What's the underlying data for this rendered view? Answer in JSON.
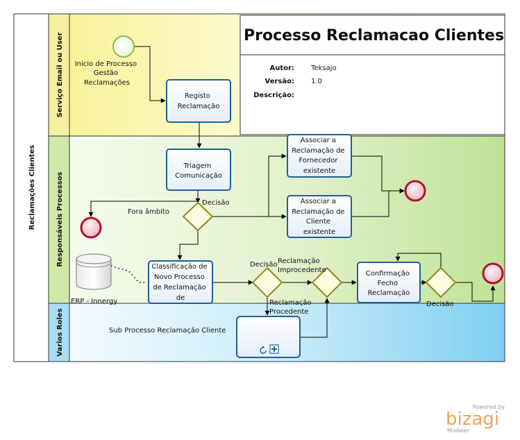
{
  "pool": {
    "name": "Reclamações Clientes"
  },
  "lanes": [
    {
      "name": "Serviço Email ou User"
    },
    {
      "name": "Responsáveis Processos"
    },
    {
      "name": "Varios Roles"
    }
  ],
  "header_box": {
    "title": "Processo Reclamacao Clientes",
    "author_label": "Autor:",
    "author_value": "Teksajo",
    "version_label": "Versão:",
    "version_value": "1.0",
    "description_label": "Descrição:",
    "description_value": ""
  },
  "start_event": {
    "label_lines": [
      "Inicio de Processo",
      "Gestão",
      "Reclamações"
    ]
  },
  "tasks": {
    "registo": {
      "lines": [
        "Registo",
        "Reclamação"
      ]
    },
    "triagem": {
      "lines": [
        "Triagem",
        "Comunicação"
      ]
    },
    "fornecedor": {
      "lines": [
        "Associar a",
        "Reclamação de",
        "Fornecedor",
        "existente"
      ]
    },
    "cliente": {
      "lines": [
        "Associar a",
        "Reclamação de",
        "Cliente",
        "existente"
      ]
    },
    "classificacao": {
      "lines": [
        "Classificação de",
        "Novo Processo",
        "de Reclamação",
        "de"
      ]
    },
    "confirmacao": {
      "lines": [
        "Confirmação",
        "Fecho",
        "Reclamação"
      ]
    }
  },
  "subprocess": {
    "label": "Sub Processo Reclamação Cliente"
  },
  "datastore": {
    "label": "ERP - Innergy"
  },
  "gateways": {
    "g1": {
      "label": "Decisão"
    },
    "g2": {
      "label": "Decisão"
    },
    "g4": {
      "label": "Decisão"
    }
  },
  "flow_labels": {
    "fora_ambito": "Fora âmbito",
    "improcedente_lines": [
      "Reclamação",
      "Improcedente"
    ],
    "procedente_lines": [
      "Reclamação",
      "Procedente"
    ]
  },
  "logo": {
    "powered": "Powered by",
    "brand": "bizagi",
    "product": "Modeler"
  },
  "colors": {
    "lane1_fill": "#fbf8c6",
    "lane2_fill": "#d7edb7",
    "lane3_fill": "#bfe6f6",
    "start_stroke": "#7ac143",
    "end_stroke": "#b3112c",
    "end_fill": "#f2b3bd",
    "task_stroke": "#1f5f96",
    "gateway_stroke": "#8a8a1e",
    "gateway_fill": "#fdfbe0"
  }
}
